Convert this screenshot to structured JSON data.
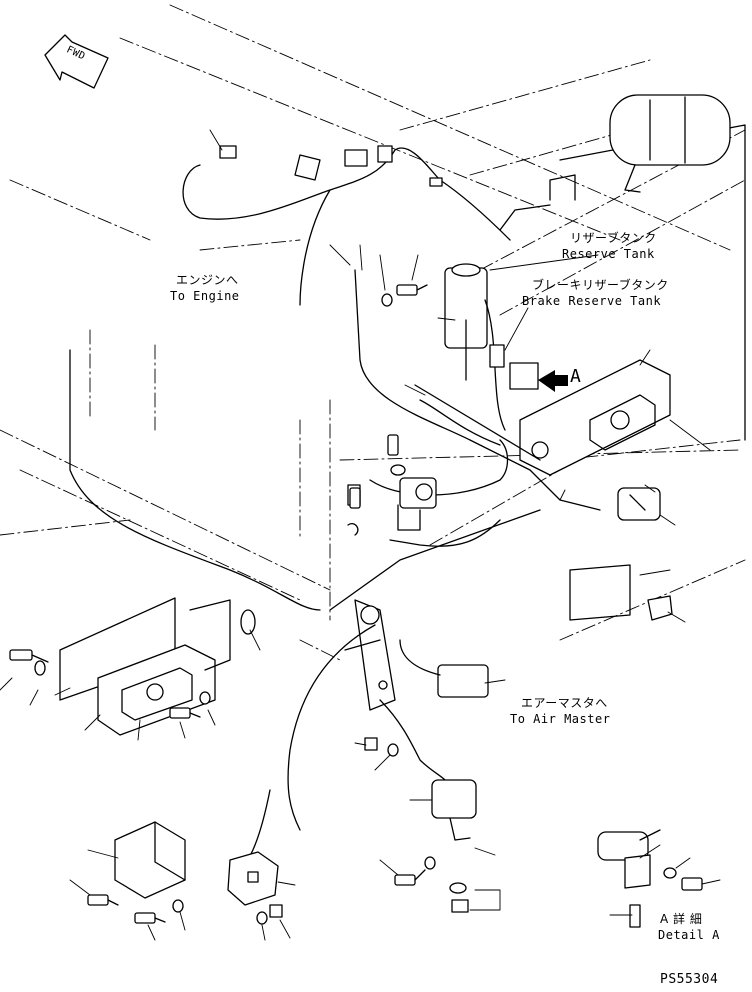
{
  "labels": {
    "reserve_tank_jp": "リザーブタンク",
    "reserve_tank_en": "Reserve Tank",
    "brake_reserve_tank_jp": "ブレーキリザーブタンク",
    "brake_reserve_tank_en": "Brake Reserve Tank",
    "to_engine_jp": "エンジンへ",
    "to_engine_en": "To Engine",
    "to_air_master_jp": "エアーマスタへ",
    "to_air_master_en": "To Air Master",
    "detail_marker": "A",
    "detail_a_jp": "A 詳 細",
    "detail_a_en": "Detail A",
    "fwd": "FWD",
    "drawing_number": "PS55304"
  }
}
